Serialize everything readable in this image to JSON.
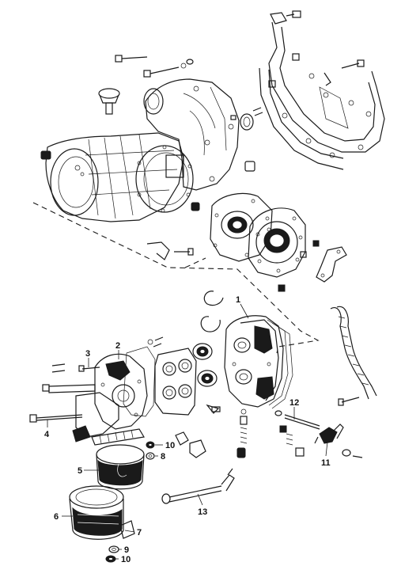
{
  "callouts": [
    {
      "id": "c1",
      "text": "1"
    },
    {
      "id": "c2",
      "text": "2"
    },
    {
      "id": "c3",
      "text": "3"
    },
    {
      "id": "c4",
      "text": "4"
    },
    {
      "id": "c5",
      "text": "5"
    },
    {
      "id": "c6",
      "text": "6"
    },
    {
      "id": "c7",
      "text": "7"
    },
    {
      "id": "c8",
      "text": "8"
    },
    {
      "id": "c9",
      "text": "9"
    },
    {
      "id": "c10a",
      "text": "10"
    },
    {
      "id": "c10b",
      "text": "10"
    },
    {
      "id": "c11",
      "text": "11"
    },
    {
      "id": "c12",
      "text": "12"
    },
    {
      "id": "c13",
      "text": "13"
    }
  ]
}
